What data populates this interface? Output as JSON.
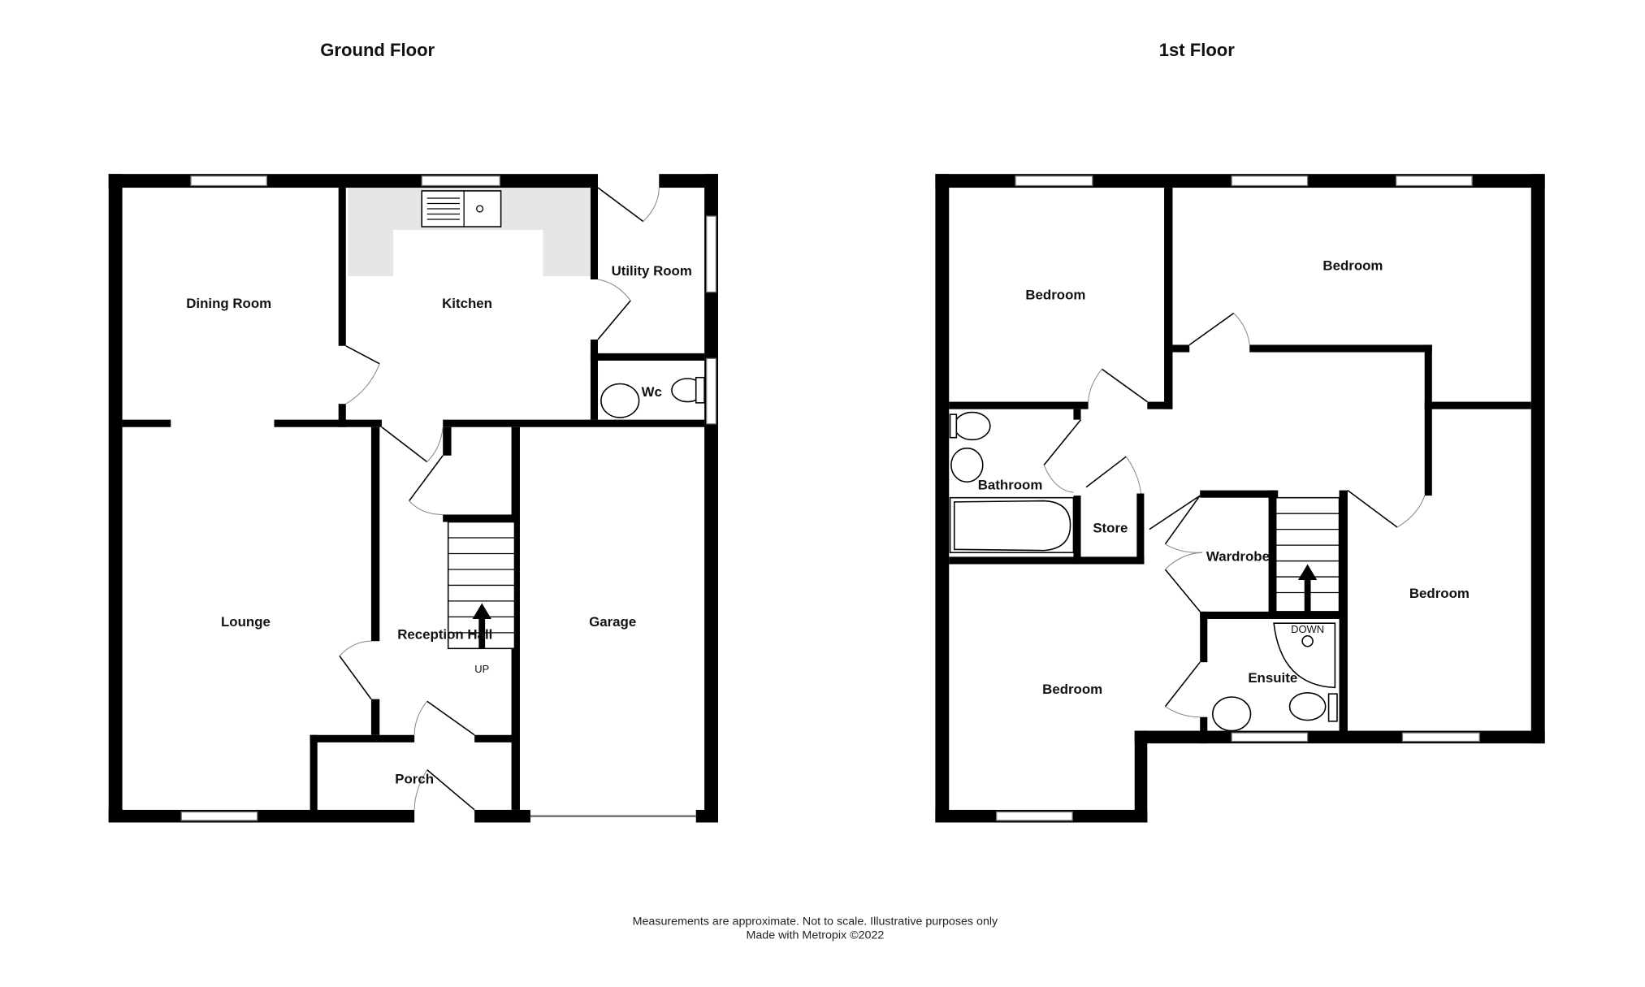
{
  "ground_floor": {
    "title": "Ground Floor",
    "rooms": {
      "dining_room": "Dining Room",
      "kitchen": "Kitchen",
      "utility_room": "Utility Room",
      "wc": "Wc",
      "lounge": "Lounge",
      "reception_hall": "Reception Hall",
      "garage": "Garage",
      "porch": "Porch"
    },
    "stairs_label": "UP"
  },
  "first_floor": {
    "title": "1st Floor",
    "rooms": {
      "bedroom_1": "Bedroom",
      "bedroom_2": "Bedroom",
      "bathroom": "Bathroom",
      "store": "Store",
      "wardrobe": "Wardrobe",
      "bedroom_3": "Bedroom",
      "bedroom_4": "Bedroom",
      "ensuite": "Ensuite"
    },
    "stairs_label": "DOWN"
  },
  "footer": {
    "disclaimer": "Measurements are approximate.  Not to scale.  Illustrative purposes only",
    "credit": "Made with Metropix ©2022"
  },
  "colors": {
    "wall": "#000000",
    "counter": "#e6e6e6"
  }
}
